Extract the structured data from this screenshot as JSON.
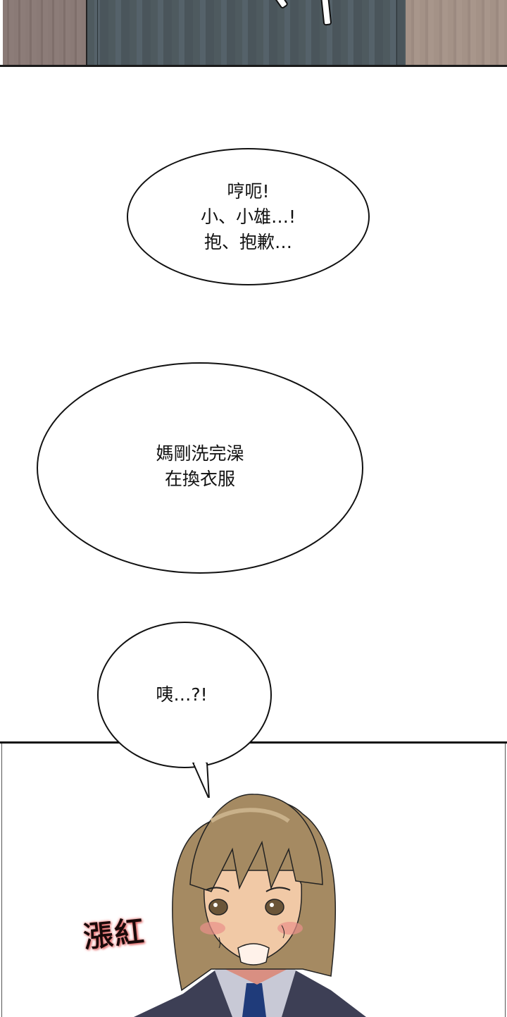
{
  "panels": {
    "top": {
      "description": "door between textured walls"
    },
    "bubbles": [
      {
        "lines": "哼呃!\n小、小雄…!\n抱、抱歉…"
      },
      {
        "lines": "媽剛洗完澡\n在換衣服"
      },
      {
        "lines": "咦…?!"
      }
    ],
    "bottom": {
      "sfx": "漲紅",
      "character": "short brown-haired student blushing"
    }
  },
  "colors": {
    "hair": "#a58a62",
    "skin": "#f1c9a6",
    "blush": "#e9908a",
    "suit": "#3d3f55",
    "tie": "#1f3b7a",
    "shirt": "#c8c9d6",
    "sfx_glow": "#e36a6a"
  }
}
